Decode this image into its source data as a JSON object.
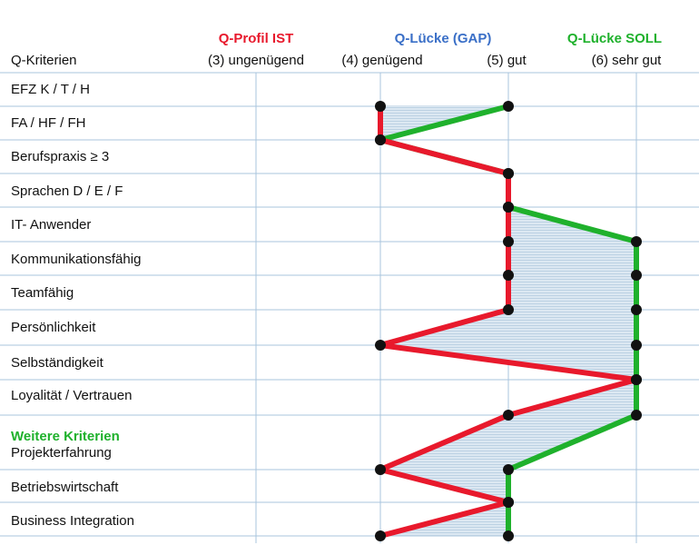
{
  "chart_data": {
    "type": "line",
    "legend": {
      "ist": {
        "label": "Q-Profil IST",
        "color": "#e8192c"
      },
      "gap": {
        "label": "Q-Lücke (GAP)",
        "color": "#3a6fc7"
      },
      "soll": {
        "label": "Q-Lücke SOLL",
        "color": "#1fb12c"
      }
    },
    "criteria_header": "Q-Kriterien",
    "scale_labels": [
      {
        "value": 3,
        "label": "(3) ungenügend"
      },
      {
        "value": 4,
        "label": "(4) genügend"
      },
      {
        "value": 5,
        "label": "(5) gut"
      },
      {
        "value": 6,
        "label": "(6) sehr gut"
      }
    ],
    "x_range": [
      2,
      6
    ],
    "section_label": "Weitere Kriterien",
    "section_color": "#1fb12c",
    "criteria": [
      "EFZ  K / T / H",
      "FA / HF / FH",
      "Berufspraxis ≥ 3",
      "Sprachen D / E / F",
      "IT- Anwender",
      "Kommunikationsfähig",
      "Teamfähig",
      "Persönlichkeit",
      "Selbständigkeit",
      "Loyalität / Vertrauen",
      "Projekterfahrung",
      "Betriebswirtschaft",
      "Business Integration"
    ],
    "series": [
      {
        "name": "Q-Profil IST",
        "values": [
          4,
          4,
          5,
          5,
          5,
          5,
          5,
          4,
          6,
          5,
          4,
          5,
          4
        ]
      },
      {
        "name": "Q-Lücke SOLL",
        "values": [
          5,
          4,
          5,
          5,
          6,
          6,
          6,
          6,
          6,
          6,
          5,
          5,
          5
        ]
      }
    ],
    "gap_fill_color": "#c9dbe8",
    "grid_color": "#a9c4dd",
    "marker_color": "#111111"
  }
}
